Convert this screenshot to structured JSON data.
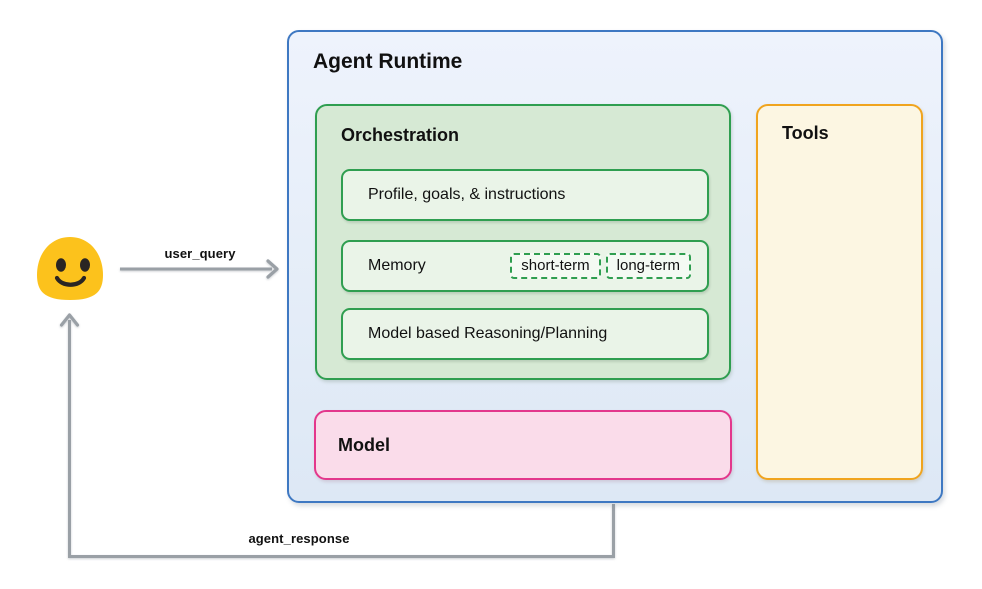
{
  "labels": {
    "user_query": "user_query",
    "agent_response": "agent_response"
  },
  "agent_runtime": {
    "title": "Agent Runtime",
    "orchestration": {
      "title": "Orchestration",
      "profile_label": "Profile, goals, & instructions",
      "memory_label": "Memory",
      "memory_chips": {
        "short_term": "short-term",
        "long_term": "long-term"
      },
      "reasoning_label": "Model based Reasoning/Planning"
    },
    "model": {
      "title": "Model"
    },
    "tools": {
      "title": "Tools"
    }
  },
  "icons": {
    "user": "user-blob-smiley-icon",
    "user_query_arrow": "right-arrow-icon",
    "agent_response_arrow": "up-arrow-icon"
  },
  "colors": {
    "runtime_bg_top": "#eef3fc",
    "runtime_bg_bottom": "#dde8f5",
    "runtime_border": "#3e78c2",
    "green_border": "#2f9e50",
    "orchestration_bg": "#d6e9d4",
    "inner_box_bg": "#eaf4e8",
    "chip_bg": "#f4faf3",
    "model_bg": "#fadcea",
    "model_border": "#e3378c",
    "tools_bg": "#fcf6e2",
    "tools_border": "#f0a41e",
    "arrow_gray": "#9aa0a6",
    "blob_yellow": "#fcc21c",
    "blob_face": "#2a2523",
    "text": "#111111"
  }
}
